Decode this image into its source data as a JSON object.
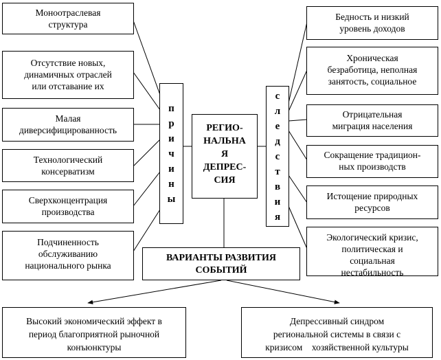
{
  "causes_label": "причины",
  "effects_label": "следствия",
  "center": {
    "lines": [
      "РЕГИО-",
      "НАЛЬНА",
      "Я",
      "ДЕПРЕС-",
      "СИЯ"
    ]
  },
  "variants": {
    "lines": [
      "ВАРИАНТЫ РАЗВИТИЯ",
      "СОБЫТИЙ"
    ]
  },
  "causes": [
    {
      "lines": [
        "Моноотраслевая",
        "структура"
      ]
    },
    {
      "lines": [
        "Отсутствие новых,",
        "динамичных отраслей",
        "или отставание их"
      ]
    },
    {
      "lines": [
        "Малая",
        "диверсифицированность"
      ]
    },
    {
      "lines": [
        "Технологический",
        "консерватизм"
      ]
    },
    {
      "lines": [
        "Сверхконцентрация",
        "производства"
      ]
    },
    {
      "lines": [
        "Подчиненность",
        "обслуживанию",
        "национального рынка"
      ]
    }
  ],
  "effects": [
    {
      "lines": [
        "Бедность и низкий",
        "уровень доходов"
      ]
    },
    {
      "lines": [
        "Хроническая",
        "безработица, неполная",
        "занятость, социальное"
      ]
    },
    {
      "lines": [
        "Отрицательная",
        "миграция населения"
      ]
    },
    {
      "lines": [
        "Сокращение традицион-",
        "ных производств"
      ]
    },
    {
      "lines": [
        "Истощение природных",
        "ресурсов"
      ]
    },
    {
      "lines": [
        "Экологический кризис,",
        "политическая и",
        "социальная",
        "нестабильность"
      ]
    }
  ],
  "outcomes": [
    {
      "lines": [
        "Высокий экономический эффект в",
        "период благоприятной рыночной",
        "конъюнктуры"
      ]
    },
    {
      "lines": [
        "Депрессивный синдром",
        "региональной системы в связи с",
        "кризисом    хозяйственной культуры"
      ]
    }
  ]
}
